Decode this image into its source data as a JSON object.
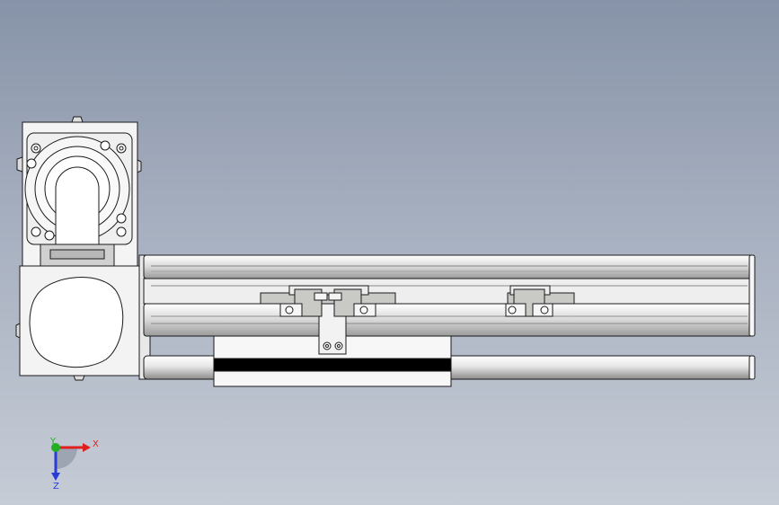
{
  "view": {
    "background_top": "#8793a8",
    "background_bottom": "#c6ccd6"
  },
  "triad": {
    "x_label": "X",
    "y_label": "Y",
    "z_label": "Z",
    "x_color": "#e02020",
    "y_color": "#22b022",
    "z_color": "#2a3bd8"
  },
  "model": {
    "line_color": "#1a1a1a",
    "metal_color": "#f2f2f2",
    "gray_part_color": "#c9c9c6",
    "belt_color": "#000000"
  }
}
